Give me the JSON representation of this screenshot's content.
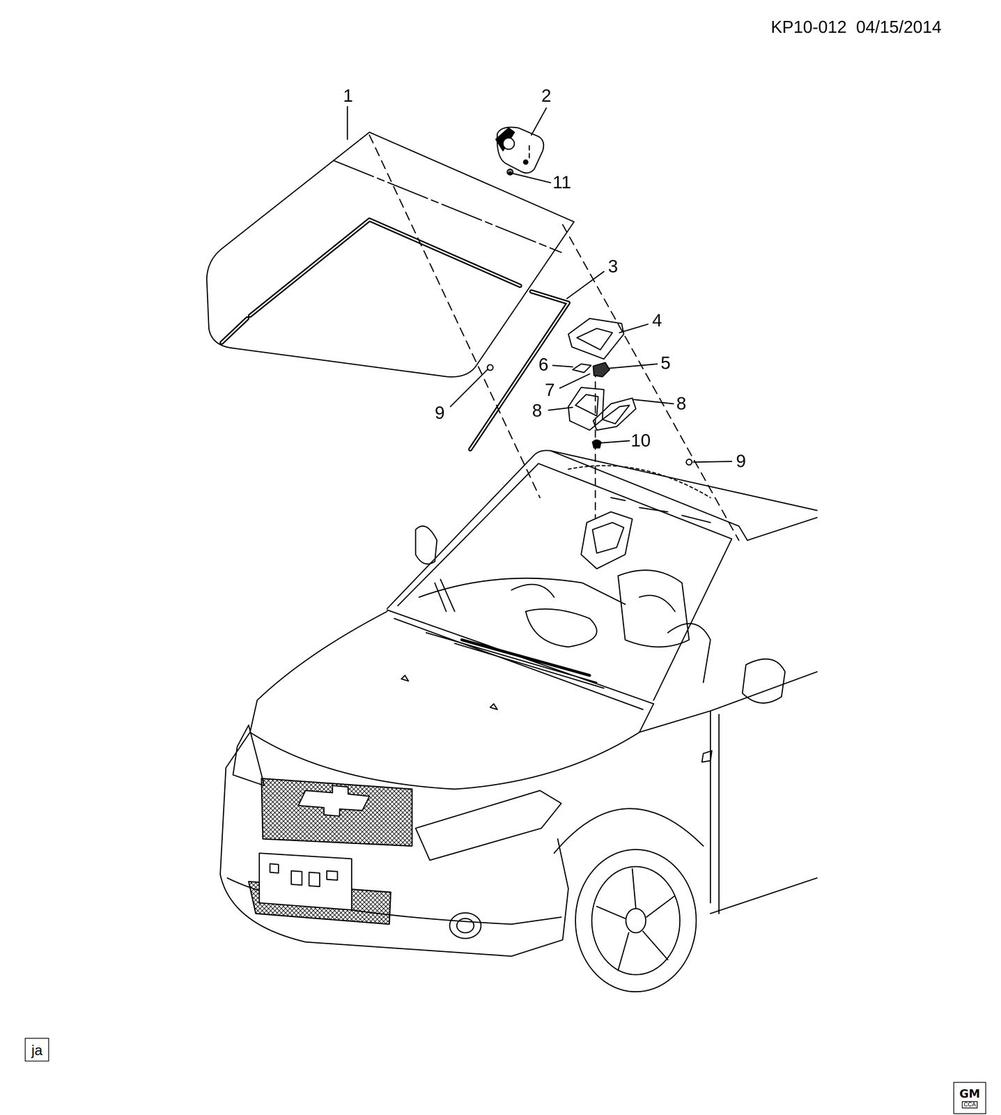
{
  "diagram": {
    "nodes": [
      {
        "text": [
          "ja"
        ]
      },
      {
        "text": [
          "GM",
          "CCA"
        ]
      }
    ],
    "labels": [
      "KP10-012  04/15/2014",
      "1",
      "2",
      "11",
      "3",
      "4",
      "6",
      "5",
      "7",
      "8",
      "8",
      "10",
      "9",
      "9"
    ]
  }
}
